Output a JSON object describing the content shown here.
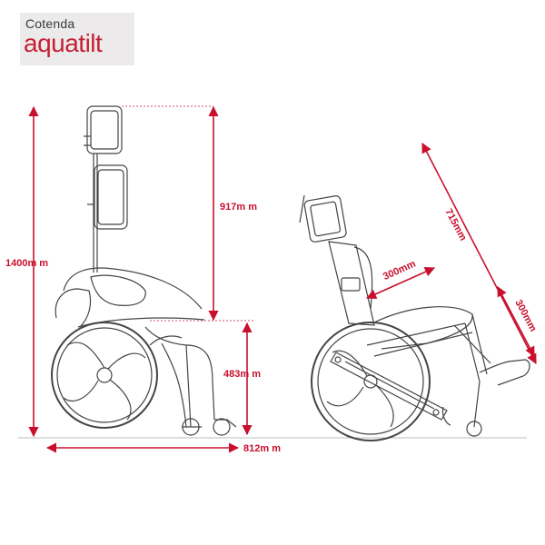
{
  "logo": {
    "brand": "Cotenda",
    "product": "aquatilt"
  },
  "dimensions": {
    "overall_height": "1400m m",
    "back_height": "917m m",
    "seat_height": "483m m",
    "length": "812m m",
    "tilted_length": "715mm",
    "seat_depth": "300mm",
    "footrest_length": "300mm"
  },
  "colors": {
    "dimension_line": "#c8102e",
    "drawing_line": "#444444",
    "logo_red": "#c61f34",
    "logo_bg": "#eceaea"
  }
}
